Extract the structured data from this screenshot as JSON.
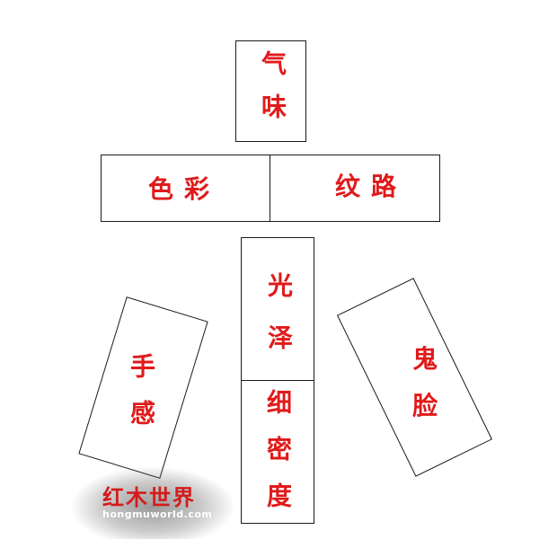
{
  "diagram": {
    "qiwei": "气味",
    "secai": "色彩",
    "wenlu": "纹路",
    "guangze": "光泽",
    "shougan": "手感",
    "guilian": "鬼脸",
    "ximidu": "细密度"
  },
  "watermark": {
    "title": "红木世界",
    "url": "hongmuworld.com"
  },
  "colors": {
    "text": "#e01a1a",
    "border": "#1a1a1a"
  }
}
